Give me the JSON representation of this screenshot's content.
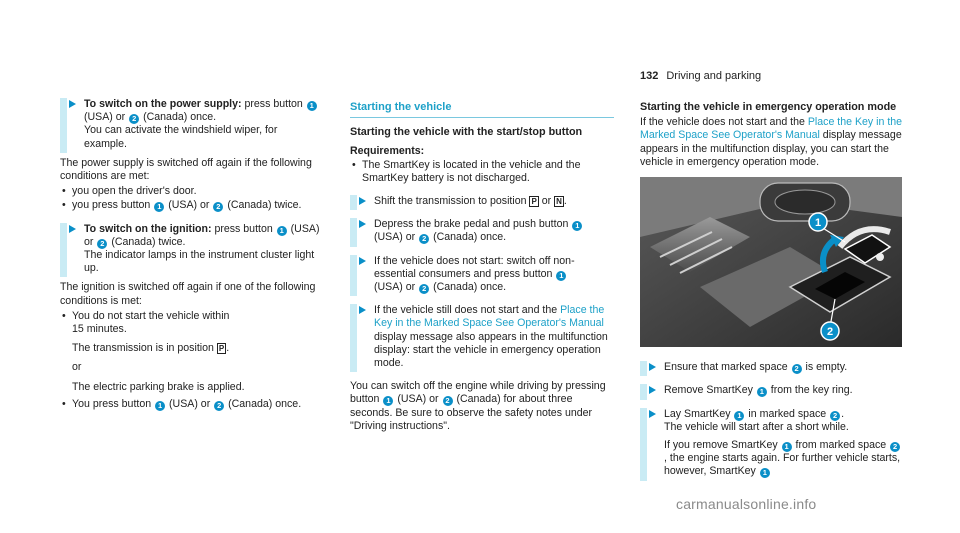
{
  "header": {
    "page_number": "132",
    "section": "Driving and parking"
  },
  "col1": {
    "step1_bold": "To switch on the power supply:",
    "step1_a": " press button ",
    "step1_b": " (USA) or ",
    "step1_c": " (Canada) once.",
    "step1_d": "You can activate the windshield wiper, for example.",
    "off_text": "The power supply is switched off again if the following conditions are met:",
    "bullet1": "you open the driver's door.",
    "bullet2_a": "you press button ",
    "bullet2_b": " (USA) or ",
    "bullet2_c": " (Canada) twice.",
    "step2_bold": "To switch on the ignition:",
    "step2_a": " press button ",
    "step2_b": " (USA) or ",
    "step2_c": " (Canada) twice.",
    "step2_d": "The indicator lamps in the instrument cluster light up.",
    "ign_off_text": "The ignition is switched off again if one of the following conditions is met:",
    "bullet3_a": "You do not start the vehicle within",
    "bullet3_b": "15 minutes.",
    "bullet3_c": "The transmission is in position ",
    "bullet3_gear": "P",
    "or1": "or",
    "bullet3_d": "The electric parking brake is applied.",
    "bullet4_a": "You press button ",
    "bullet4_b": " (USA) or ",
    "bullet4_c": " (Canada) once."
  },
  "col2": {
    "section_title": "Starting the vehicle",
    "heading": "Starting the vehicle with the start/stop button",
    "req_label": "Requirements:",
    "req1": "The SmartKey is located in the vehicle and the SmartKey battery is not discharged.",
    "s1_a": "Shift the transmission to position ",
    "s1_gear1": "P",
    "s1_or": " or ",
    "s1_gear2": "N",
    "s1_end": ".",
    "s2_a": "Depress the brake pedal and push button ",
    "s2_b": "(USA) or ",
    "s2_c": " (Canada) once.",
    "s3_a": "If the vehicle does not start: switch off non-essential consumers and press button ",
    "s3_b": "(USA) or ",
    "s3_c": " (Canada) once.",
    "s4_a": "If the vehicle still does not start and the ",
    "s4_link": "Place the Key in the Marked Space See Operator's Manual",
    "s4_b": " display message also appears in the multifunction display: start the vehicle in emergency operation mode.",
    "note_a": "You can switch off the engine while driving by pressing button ",
    "note_b": " (USA) or ",
    "note_c": " (Canada) for about three seconds. Be sure to observe the safety notes under \"Driving instructions\"."
  },
  "col3": {
    "heading": "Starting the vehicle in emergency operation mode",
    "intro_a": "If the vehicle does not start and the ",
    "intro_link": "Place the Key in the Marked Space See Operator's Manual",
    "intro_b": " display message appears in the multifunction display, you can start the vehicle in emergency operation mode.",
    "callout1": "1",
    "callout2": "2",
    "s1_a": "Ensure that marked space ",
    "s1_b": " is empty.",
    "s2_a": "Remove SmartKey ",
    "s2_b": " from the key ring.",
    "s3_a": "Lay SmartKey ",
    "s3_b": " in marked space ",
    "s3_c": ".",
    "s3_d": "The vehicle will start after a short while.",
    "s3_e": "If you remove SmartKey ",
    "s3_f": " from marked space ",
    "s3_g": ", the engine starts again. For further vehicle starts, however, SmartKey "
  },
  "badges": {
    "one": "1",
    "two": "2"
  },
  "watermark": "carmanualsonline.info",
  "colors": {
    "accent": "#0a8fc8",
    "link": "#1ea1c8",
    "step_bar": "#c9ebf4"
  }
}
